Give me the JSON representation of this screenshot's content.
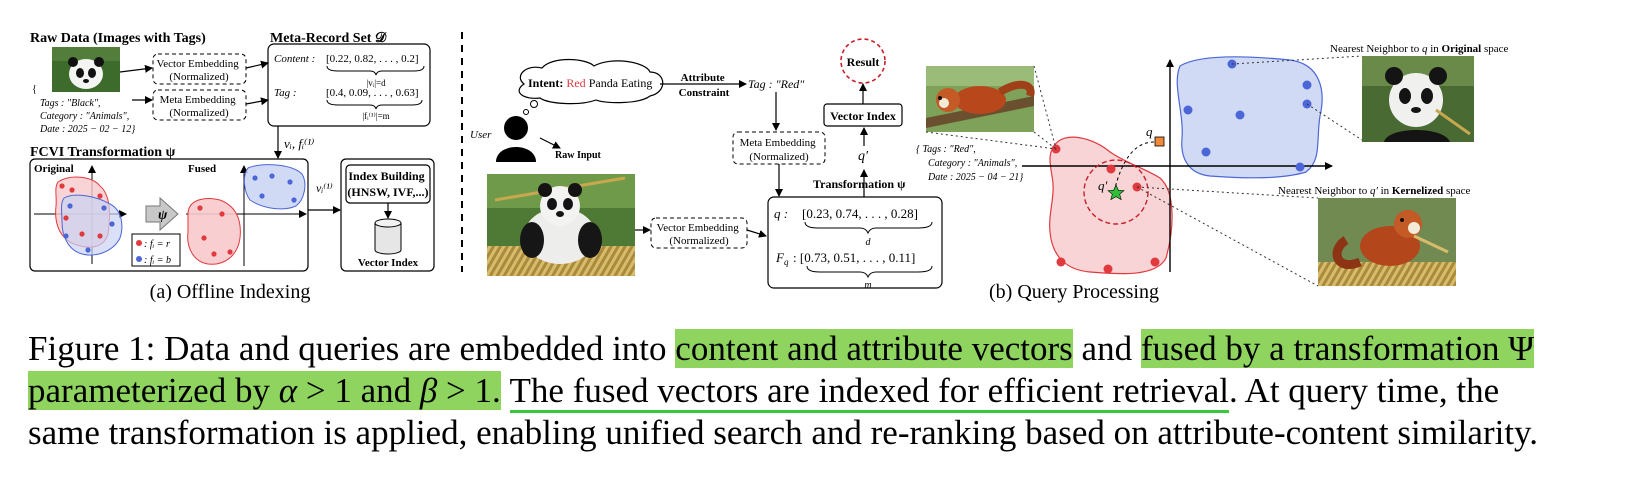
{
  "panel_a": {
    "raw_data_title": "Raw Data (Images with Tags)",
    "raw_tags": [
      "{",
      "Tags : \"Black\",",
      "Category : \"Animals\",",
      "Date : 2025 − 02 − 12}"
    ],
    "vector_embedding": [
      "Vector Embedding",
      "(Normalized)"
    ],
    "meta_embedding": [
      "Meta Embedding",
      "(Normalized)"
    ],
    "meta_record_title": "Meta-Record Set 𝒟",
    "content_label": "Content :",
    "content_vec": "[0.22, 0.82, . . . , 0.2]",
    "content_dim": "|vᵢ|=d",
    "tag_label": "Tag :",
    "tag_vec": "[0.4, 0.09, . . . , 0.63]",
    "tag_dim": "|fᵢ⁽¹⁾|=m",
    "arrow_label": "vᵢ, fᵢ⁽¹⁾",
    "fcvi_title": "FCVI Transformation ψ",
    "original": "Original",
    "fused": "Fused",
    "psi": "ψ",
    "legend_r": ": fᵢ = r",
    "legend_b": ": fᵢ = b",
    "out_label": "vᵢ⁽¹⁾",
    "index_building": [
      "Index Building",
      "(HNSW, IVF,...)"
    ],
    "vector_index": "Vector Index",
    "caption": "(a) Offline Indexing"
  },
  "panel_mid": {
    "intent_prefix": "Intent:",
    "intent_red": "Red",
    "intent_suffix": "Panda Eating",
    "attribute_constraint": [
      "Attribute",
      "Constraint"
    ],
    "tag_red": "Tag : \"Red\"",
    "user": "User",
    "raw_input": "Raw Input",
    "result": "Result",
    "vector_index": "Vector Index",
    "q_prime": "q′",
    "transformation": "Transformation ψ",
    "meta_embedding": [
      "Meta Embedding",
      "(Normalized)"
    ],
    "vector_embedding": [
      "Vector Embedding",
      "(Normalized)"
    ],
    "q_label": "q :",
    "q_vec": "[0.23, 0.74, . . . , 0.28]",
    "q_dim": "d",
    "fq_label": "F",
    "fq_sub": "q",
    "fq_vec": ": [0.73, 0.51, . . . , 0.11]",
    "fq_dim": "m"
  },
  "panel_b": {
    "tags": [
      "{ Tags : \"Red\",",
      "Category : \"Animals\",",
      "Date : 2025 − 04 − 21}"
    ],
    "nn_original_prefix": "Nearest Neighbor to",
    "nn_original_q": "q",
    "nn_original_mid": "in",
    "nn_original_bold": "Original",
    "nn_original_suffix": "space",
    "nn_kernel_prefix": "Nearest Neighbor to",
    "nn_kernel_q": "q′",
    "nn_kernel_mid": "in",
    "nn_kernel_bold": "Kernelized",
    "nn_kernel_suffix": "space",
    "q": "q",
    "q_prime": "q′",
    "caption": "(b) Query Processing"
  },
  "caption": {
    "fig_label": "Figure 1:",
    "t1": "Data and queries are embedded into",
    "h1": "content and attribute vectors",
    "t2": "and",
    "h2a": "fused by a transformation Ψ",
    "h2b_pre": "parameterized by",
    "alpha": "α",
    "gt1": "> 1 and",
    "beta": "β",
    "gt2": "> 1.",
    "u1": "The fused vectors are indexed for efficient retrieval",
    "t3": ". At query time, the",
    "t4": "same transformation is applied, enabling unified search and re-ranking based on attribute-content similarity."
  },
  "colors": {
    "red_fill": "#f7c9cc",
    "blue_fill": "#c9d3f3",
    "red_dot": "#e03a3e",
    "blue_dot": "#4b66d6",
    "highlight": "#8fd45f",
    "underline": "#39c83b",
    "result_red": "#c8202a"
  }
}
